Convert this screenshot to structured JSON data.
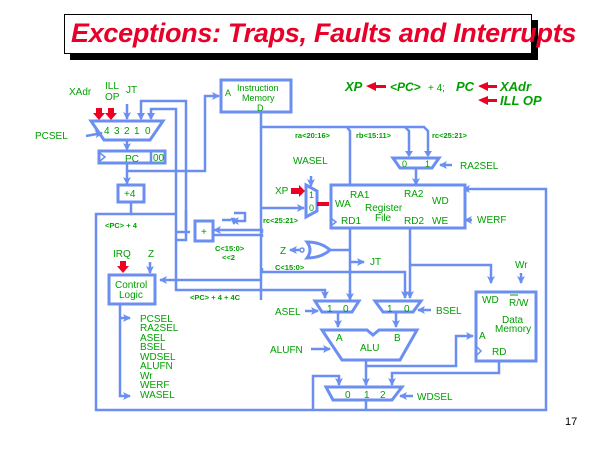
{
  "title": "Exceptions: Traps, Faults and Interrupts",
  "page_number": "17",
  "annotation": {
    "line1_xp": "XP",
    "line1_pc_expr": "<PC>",
    "line1_plus4": "+ 4;",
    "line1_pc": "PC",
    "line1_xadr": "XAdr",
    "line2_illop": "ILL OP"
  },
  "pc_mux": {
    "inputs_label_xadr": "XAdr",
    "inputs_label_ill": "ILL",
    "inputs_label_op": "OP",
    "inputs_label_jt": "JT",
    "select_label": "PCSEL",
    "port_labels": [
      "4",
      "3",
      "2",
      "1",
      "0"
    ]
  },
  "pc_register": {
    "label": "PC",
    "suffix": "00"
  },
  "plus4": "+4",
  "pc_plus4_label": "<PC> + 4",
  "branch_adder": {
    "label": "+",
    "input_label": "C<15:0>",
    "shift_label": "<<2"
  },
  "branch_target_label": "<PC> + 4 + 4C",
  "instruction_memory": {
    "port_a": "A",
    "line1": "Instruction",
    "line2": "Memory",
    "port_d": "D"
  },
  "fields": {
    "ra": "ra<20:16>",
    "rb": "rb<15:11>",
    "rc_top": "rc<25:21>",
    "rc_wa": "rc<25:21>",
    "c_jt": "C<15:0>"
  },
  "ra2_mux": {
    "ports": [
      "0",
      "1"
    ],
    "select_label": "RA2SEL"
  },
  "wa_mux": {
    "select_label": "WASEL",
    "xp_label": "XP",
    "ports": [
      "1",
      "0"
    ]
  },
  "register_file": {
    "ra1": "RA1",
    "ra2": "RA2",
    "wa": "WA",
    "wd": "WD",
    "line1": "Register",
    "line2": "File",
    "rd1": "RD1",
    "rd2": "RD2",
    "we": "WE",
    "we_label": "WERF"
  },
  "zero_detect": {
    "label": "Z"
  },
  "jt_label": "JT",
  "control_logic": {
    "line1": "Control",
    "line2": "Logic",
    "irq_label": "IRQ",
    "z_label": "Z",
    "outputs": [
      "PCSEL",
      "RA2SEL",
      "ASEL",
      "BSEL",
      "WDSEL",
      "ALUFN",
      "Wr",
      "WERF",
      "WASEL"
    ]
  },
  "asel_mux": {
    "ports": [
      "1",
      "0"
    ],
    "select_label": "ASEL"
  },
  "bsel_mux": {
    "ports": [
      "1",
      "0"
    ],
    "select_label": "BSEL"
  },
  "alu": {
    "port_a": "A",
    "port_b": "B",
    "label": "ALU",
    "fn_label": "ALUFN"
  },
  "data_memory": {
    "wd": "WD",
    "rw": "R/W",
    "line1": "Data",
    "line2": "Memory",
    "port_a": "A",
    "rd": "RD",
    "wr_label": "Wr"
  },
  "wdsel_mux": {
    "ports": [
      "0",
      "1",
      "2"
    ],
    "select_label": "WDSEL"
  }
}
